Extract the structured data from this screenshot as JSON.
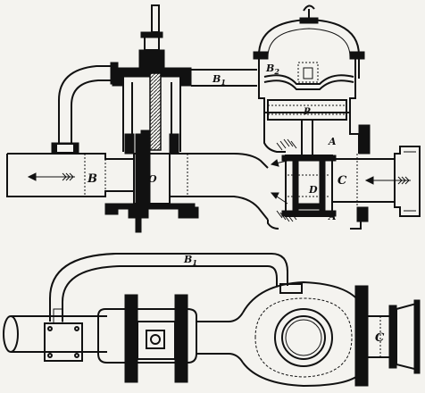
{
  "labels": {
    "B": "B",
    "O": "O",
    "B1": "B",
    "B1_sub": "1",
    "B2": "B",
    "B2_sub": "2",
    "P": "P",
    "A_top": "A",
    "A_bottom": "A",
    "D": "D",
    "C_section": "C",
    "B1_plan": "B",
    "B1_plan_sub": "1",
    "C_plan": "C"
  },
  "colors": {
    "ink": "#111111",
    "paper": "#f4f3ef"
  }
}
